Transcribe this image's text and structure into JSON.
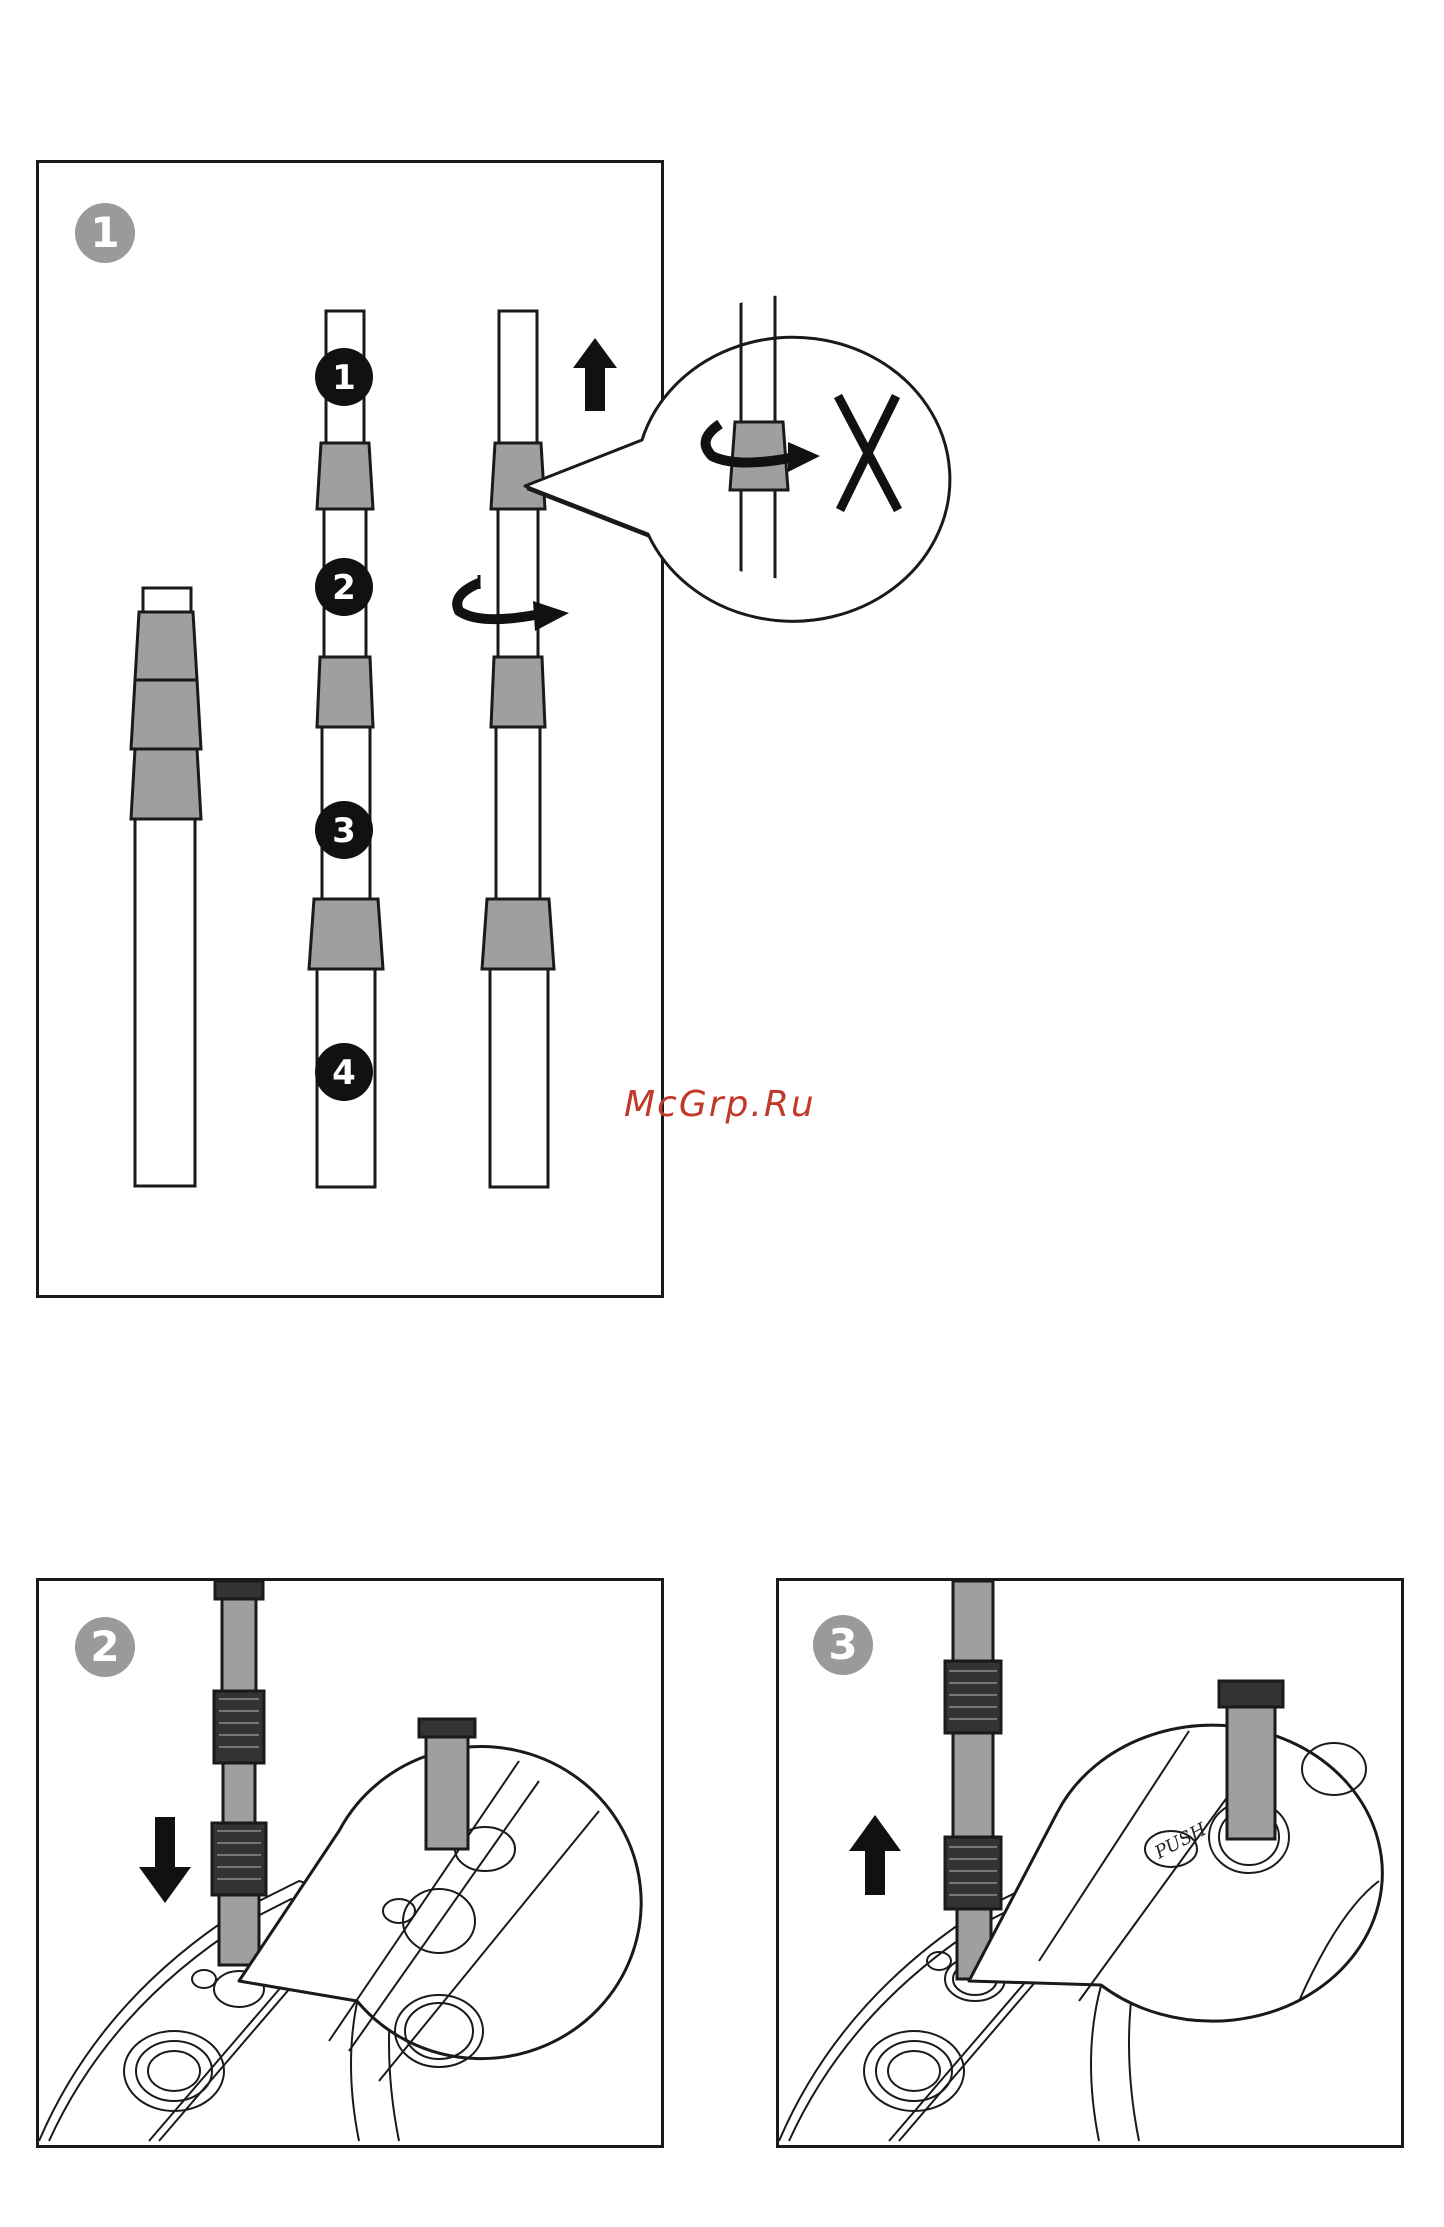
{
  "steps": [
    {
      "number": "1",
      "segments": [
        "1",
        "2",
        "3",
        "4"
      ]
    },
    {
      "number": "2"
    },
    {
      "number": "3",
      "zoom_label": "PUSH"
    }
  ],
  "watermark": "McGrp.Ru",
  "colors": {
    "collar": "#9f9f9f",
    "line": "#1a1a1a",
    "badge": "#9a9a9a",
    "watermark": "#c0392b"
  },
  "icons": [
    "up-arrow-icon",
    "rotate-arrow-icon",
    "cross-mark-icon",
    "down-arrow-icon"
  ]
}
